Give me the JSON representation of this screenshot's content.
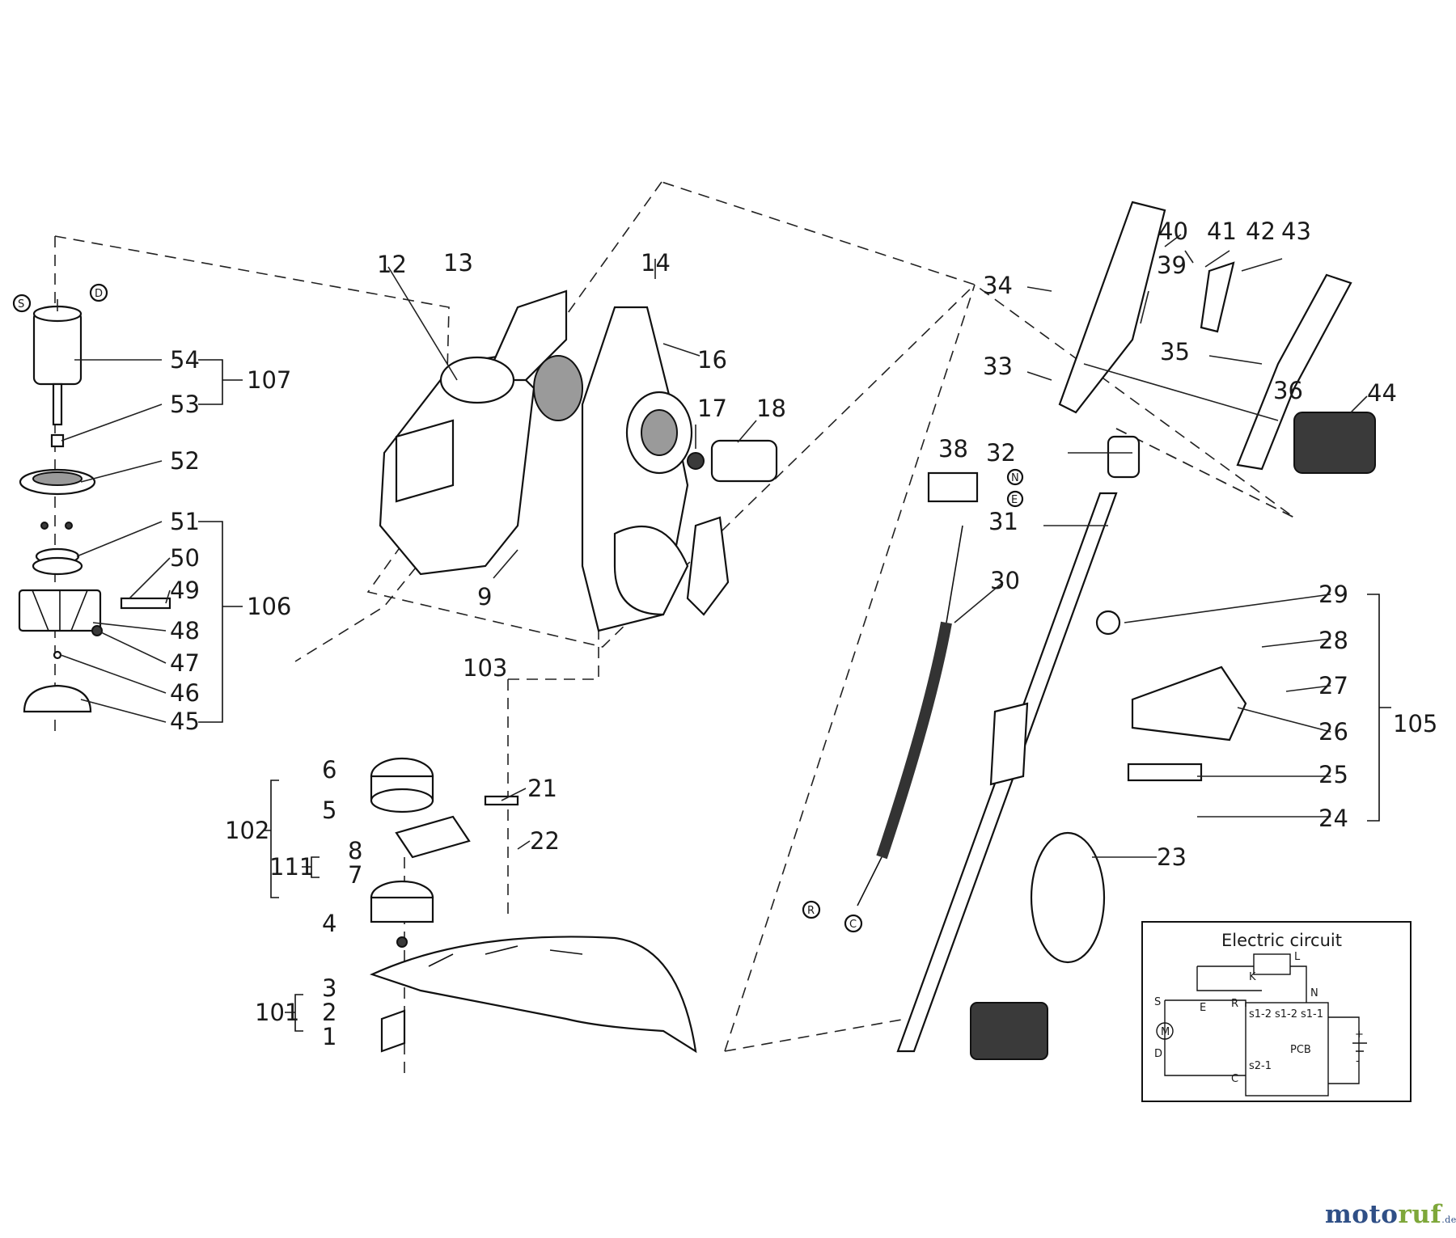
{
  "part_numbers": {
    "p1": "1",
    "p2": "2",
    "p3": "3",
    "p4": "4",
    "p5": "5",
    "p6": "6",
    "p7": "7",
    "p8": "8",
    "p9": "9",
    "p12": "12",
    "p13": "13",
    "p14": "14",
    "p16": "16",
    "p17": "17",
    "p18": "18",
    "p21": "21",
    "p22": "22",
    "p23": "23",
    "p24": "24",
    "p25": "25",
    "p26": "26",
    "p27": "27",
    "p28": "28",
    "p29": "29",
    "p30": "30",
    "p31": "31",
    "p32": "32",
    "p33": "33",
    "p34": "34",
    "p35": "35",
    "p36": "36",
    "p38": "38",
    "p39": "39",
    "p40": "40",
    "p41": "41",
    "p42": "42",
    "p43": "43",
    "p44": "44",
    "p45": "45",
    "p46": "46",
    "p47": "47",
    "p48": "48",
    "p49": "49",
    "p50": "50",
    "p51": "51",
    "p52": "52",
    "p53": "53",
    "p54": "54"
  },
  "assembly_numbers": {
    "a101": "101",
    "a102": "102",
    "a103": "103",
    "a105": "105",
    "a106": "106",
    "a107": "107",
    "a111": "111"
  },
  "wire_markers": {
    "s": "S",
    "d_motor": "D",
    "n": "N",
    "e": "E",
    "r": "R",
    "c": "C"
  },
  "electric_circuit": {
    "title": "Electric circuit",
    "labels": {
      "l": "L",
      "k": "K",
      "n": "N",
      "s": "S",
      "e": "E",
      "r": "R",
      "d": "D",
      "c": "C",
      "m": "M",
      "s1_2a": "s1-2",
      "s1_2b": "s1-2",
      "s1_1": "s1-1",
      "s2_1": "s2-1",
      "pcb": "PCB",
      "plus": "+",
      "minus": "-"
    }
  },
  "watermark": {
    "part1": "moto",
    "part2": "ruf",
    "part3": ".de"
  }
}
